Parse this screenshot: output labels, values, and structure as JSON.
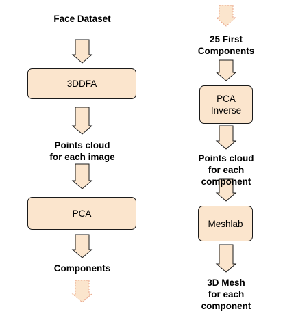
{
  "colors": {
    "fill": "#fbe5cd",
    "stroke": "#1a1a1a",
    "faded_stroke": "#e8a58a",
    "text": "#000000",
    "background": "#ffffff"
  },
  "left_column": {
    "label_dataset": "Face Dataset",
    "box_3ddfa": "3DDFA",
    "label_points_image": "Points cloud\nfor each image",
    "box_pca": "PCA",
    "label_components": "Components"
  },
  "right_column": {
    "label_first_components": "25 First\nComponents",
    "box_pca_inverse": "PCA\nInverse",
    "label_points_component": "Points cloud\nfor each component",
    "box_meshlab": "Meshlab",
    "label_mesh": "3D Mesh\nfor each component"
  }
}
